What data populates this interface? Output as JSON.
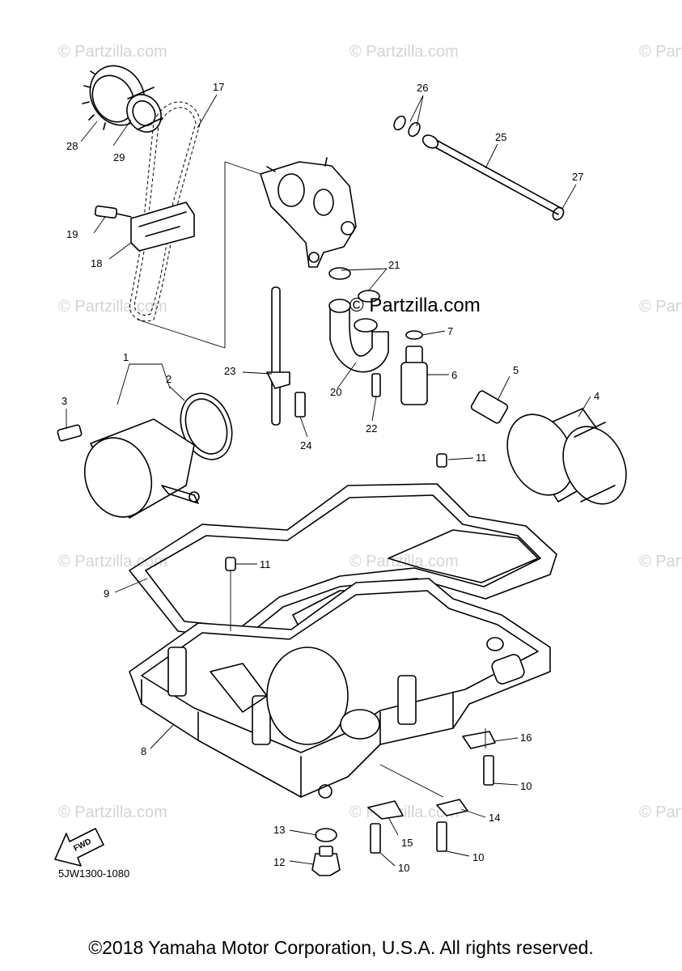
{
  "diagram": {
    "callouts": [
      "1",
      "2",
      "3",
      "4",
      "5",
      "6",
      "7",
      "8",
      "9",
      "10",
      "10",
      "10",
      "11",
      "11",
      "12",
      "13",
      "14",
      "15",
      "16",
      "17",
      "18",
      "19",
      "20",
      "21",
      "22",
      "23",
      "24",
      "25",
      "26",
      "27",
      "28",
      "29"
    ],
    "diagram_code": "5JW1300-1080",
    "fwd_label": "FWD",
    "watermark": "© Partzilla.com",
    "watermark_center": "© Partzilla.com"
  },
  "footer": {
    "copyright": "©2018 Yamaha Motor Corporation, U.S.A. All rights reserved."
  }
}
